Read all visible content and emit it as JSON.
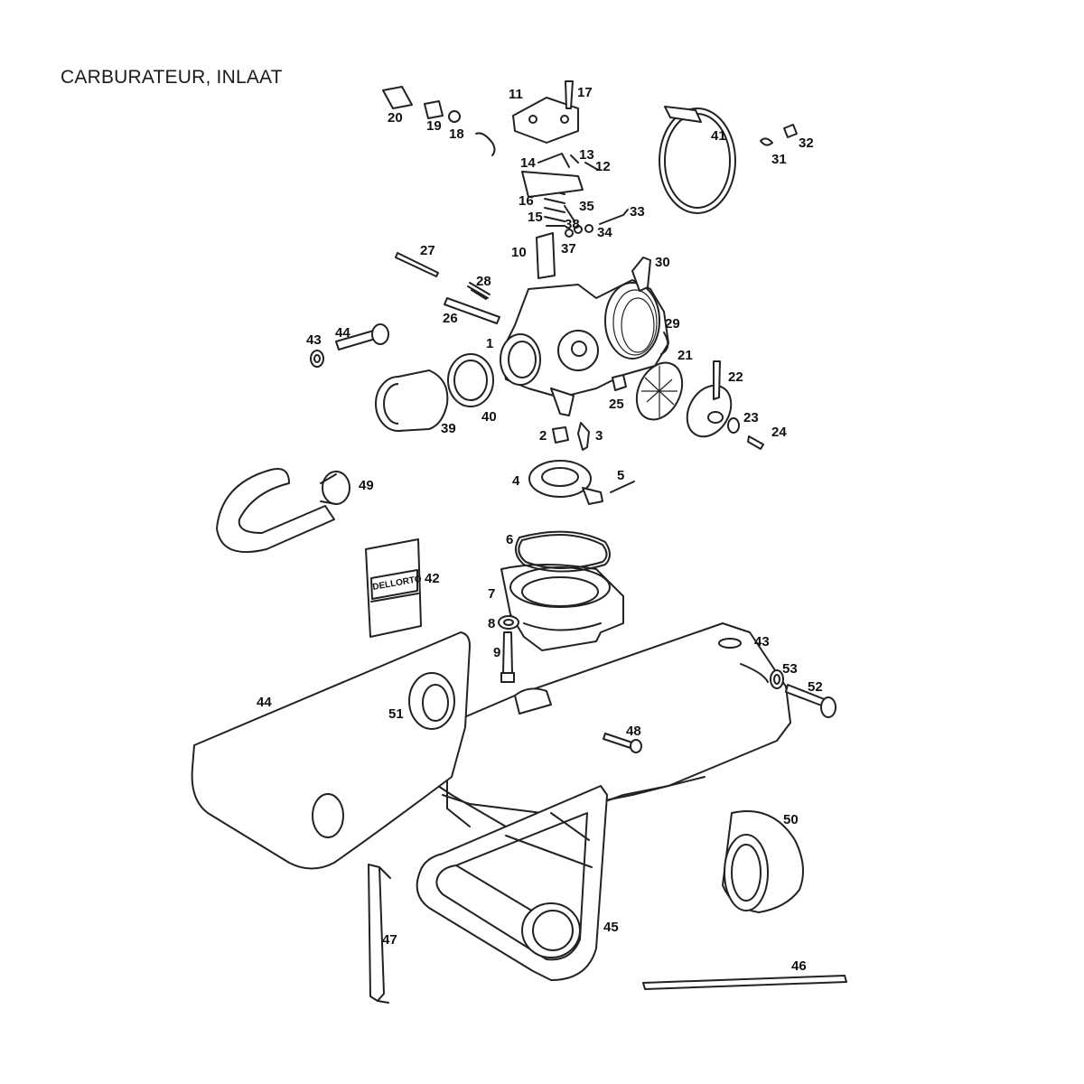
{
  "title": "CARBURATEUR, INLAAT",
  "sticker_text": "DELLORTO",
  "callouts": [
    "1",
    "2",
    "3",
    "4",
    "5",
    "6",
    "7",
    "8",
    "9",
    "10",
    "11",
    "12",
    "13",
    "14",
    "15",
    "16",
    "17",
    "18",
    "19",
    "20",
    "21",
    "22",
    "23",
    "24",
    "25",
    "26",
    "27",
    "28",
    "29",
    "30",
    "31",
    "32",
    "33",
    "34",
    "35",
    "37",
    "38",
    "39",
    "40",
    "41",
    "42",
    "43",
    "43",
    "44",
    "44",
    "45",
    "46",
    "47",
    "48",
    "49",
    "50",
    "51",
    "52",
    "53"
  ],
  "colors": {
    "line": "#222222",
    "background": "#ffffff"
  }
}
